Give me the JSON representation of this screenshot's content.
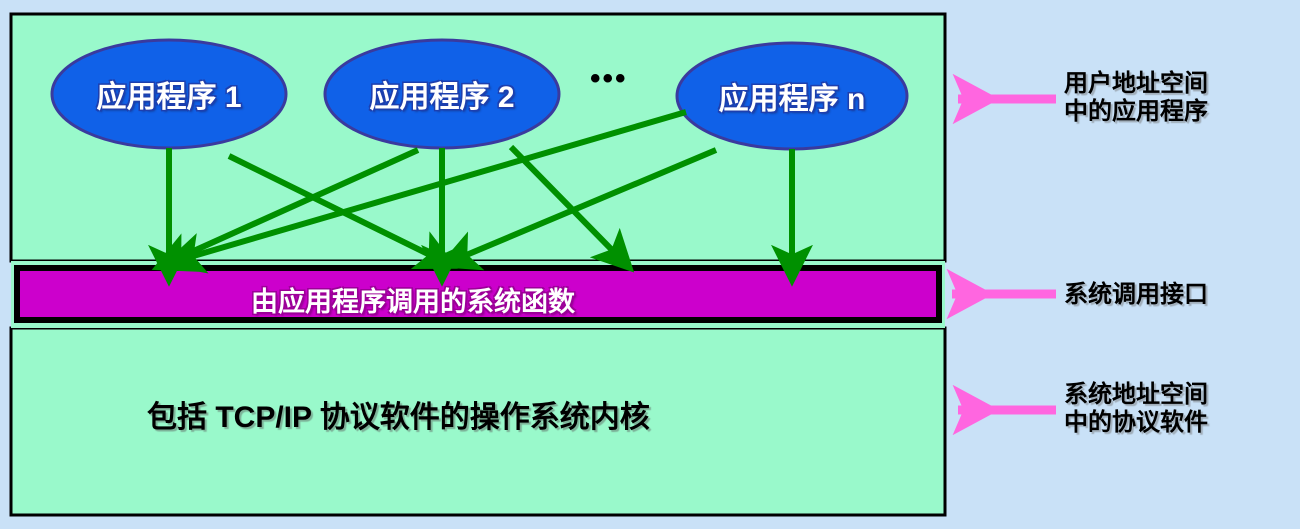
{
  "colors": {
    "page_background": "#c9e1f7",
    "panel_fill": "#99f9cb",
    "panel_border": "#000000",
    "ellipse_fill": "#1061e8",
    "ellipse_border": "#3a3a9e",
    "syscall_bar_fill": "#cc00cc",
    "syscall_bar_border": "#000000",
    "call_arrow": "#009000",
    "annotation_arrow": "#ff66e0",
    "label_text": "#000000",
    "bar_text": "#ffffff",
    "ellipse_text": "#ffffff"
  },
  "diagram": {
    "user_space": {
      "applications": [
        {
          "label": "应用程序 1"
        },
        {
          "label": "应用程序 2"
        },
        {
          "label": "应用程序 n"
        }
      ],
      "ellipsis": "•••"
    },
    "syscall_bar": {
      "label": "由应用程序调用的系统函数"
    },
    "kernel": {
      "label": "包括 TCP/IP 协议软件的操作系统内核"
    },
    "annotations": [
      {
        "id": "user-space-annotation",
        "lines": [
          "用户地址空间",
          "中的应用程序"
        ]
      },
      {
        "id": "syscall-interface-annotation",
        "lines": [
          "系统调用接口"
        ]
      },
      {
        "id": "system-space-annotation",
        "lines": [
          "系统地址空间",
          "中的协议软件"
        ]
      }
    ]
  }
}
